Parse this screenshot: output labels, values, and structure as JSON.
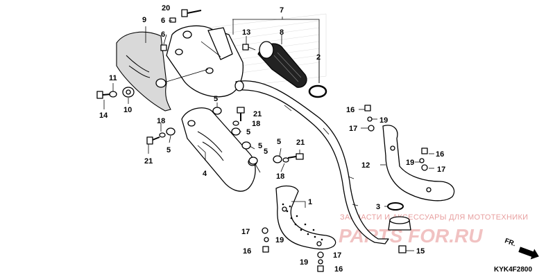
{
  "watermark": {
    "caption": "ЗАПЧАСТИ И АКСЕССУАРЫ ДЛЯ МОТОТЕХНИКИ",
    "logo": "PARTS FOR.RU"
  },
  "direction_label": "FR.",
  "diagram_code": "KYK4F2800",
  "callouts": {
    "c20": "20",
    "c6a": "6",
    "c6b": "6",
    "c9": "9",
    "c7": "7",
    "c8": "8",
    "c13": "13",
    "c2": "2",
    "c11": "11",
    "c14": "14",
    "c10": "10",
    "c5a": "5",
    "c21a": "21",
    "c18a": "18",
    "c18b": "18",
    "c5b": "5",
    "c5c": "5",
    "c5d": "5",
    "c5e": "5",
    "c5f": "5",
    "c21b": "21",
    "c4": "4",
    "c21c": "21",
    "c18c": "18",
    "c16a": "16",
    "c19a": "19",
    "c17a": "17",
    "c12": "12",
    "c16b": "16",
    "c19b": "19",
    "c17b": "17",
    "c3": "3",
    "c1": "1",
    "c17c": "17",
    "c19c": "19",
    "c16c": "16",
    "c15": "15",
    "c17d": "17",
    "c19d": "19",
    "c16d": "16"
  },
  "colors": {
    "line": "#000000",
    "watermark": "#e8a0a0"
  }
}
